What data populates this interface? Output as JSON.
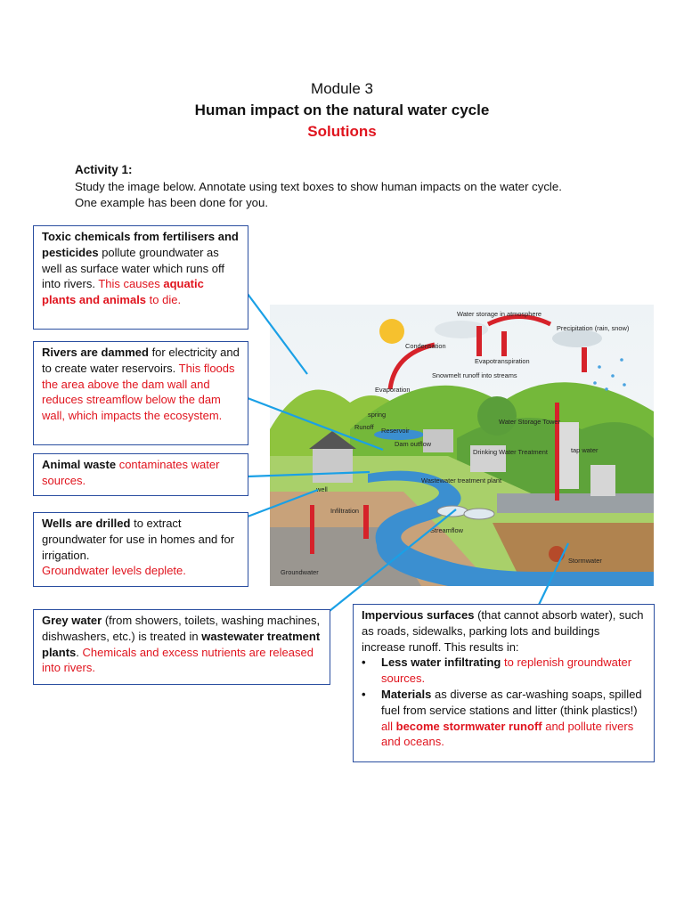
{
  "heading": {
    "module": "Module 3",
    "title": "Human impact on the natural water cycle",
    "subtitle": "Solutions"
  },
  "activity": {
    "label": "Activity 1:",
    "line1": "Study the image below. Annotate using text boxes to show human impacts on the water cycle.",
    "line2": "One example has been done for you."
  },
  "diagram": {
    "labels": {
      "water_storage_atm": "Water storage in atmosphere",
      "condensation": "Condensation",
      "precipitation": "Precipitation (rain, snow)",
      "evapotranspiration": "Evapotranspiration",
      "snowmelt": "Snowmelt runoff into streams",
      "evaporation": "Evaporation",
      "water_storage_tower": "Water Storage Tower",
      "runoff": "Runoff",
      "spring": "spring",
      "reservoir": "Reservoir",
      "dam_outflow": "Dam outflow",
      "drinking_water": "Drinking Water Treatment",
      "tap_water": "tap water",
      "wastewater": "Wastewater treatment plant",
      "well": "well",
      "infiltration": "Infiltration",
      "streamflow": "Streamflow",
      "stormwater": "Stormwater",
      "groundwater": "Groundwater"
    }
  },
  "boxes": {
    "toxic": {
      "b1": "Toxic chemicals from fertilisers and pesticides",
      "t1": " pollute groundwater as well as surface water which runs off into rivers.",
      "r1": "This causes ",
      "rb1": "aquatic plants and animals",
      "r2": " to die."
    },
    "rivers": {
      "b1": "Rivers are dammed",
      "t1": " for electricity and to create water reservoirs. ",
      "r1": "This floods the area above the dam wall and reduces streamflow below the dam wall, which impacts the ecosystem."
    },
    "animal": {
      "b1": "Animal waste",
      "r1": " contaminates water sources."
    },
    "wells": {
      "b1": "Wells are drilled",
      "t1": " to extract groundwater for use in homes and for irrigation.",
      "r1": "Groundwater levels deplete."
    },
    "grey": {
      "b1": "Grey water",
      "t1": " (from showers, toilets, washing machines, dishwashers, etc.) is treated in ",
      "b2": "wastewater treatment plants",
      "t2": ".  ",
      "r1": "Chemicals and excess nutrients are released into rivers."
    },
    "impervious": {
      "b1": "Impervious surfaces",
      "t1": " (that cannot absorb water), such as roads, sidewalks, parking lots and buildings increase runoff. This results in:",
      "bullet": "•",
      "i1b": "Less water infiltrating",
      "i1r": " to replenish groundwater sources.",
      "i2b": "Materials",
      "i2t": " as diverse as car-washing soaps, spilled fuel from service stations and litter (think plastics!) ",
      "i2r1": "all ",
      "i2rb": "become stormwater runoff",
      "i2r2": " and pollute rivers and oceans."
    }
  },
  "colors": {
    "accent_red": "#e0141e",
    "box_border": "#2a4ea0",
    "connector": "#1aa0e6"
  }
}
